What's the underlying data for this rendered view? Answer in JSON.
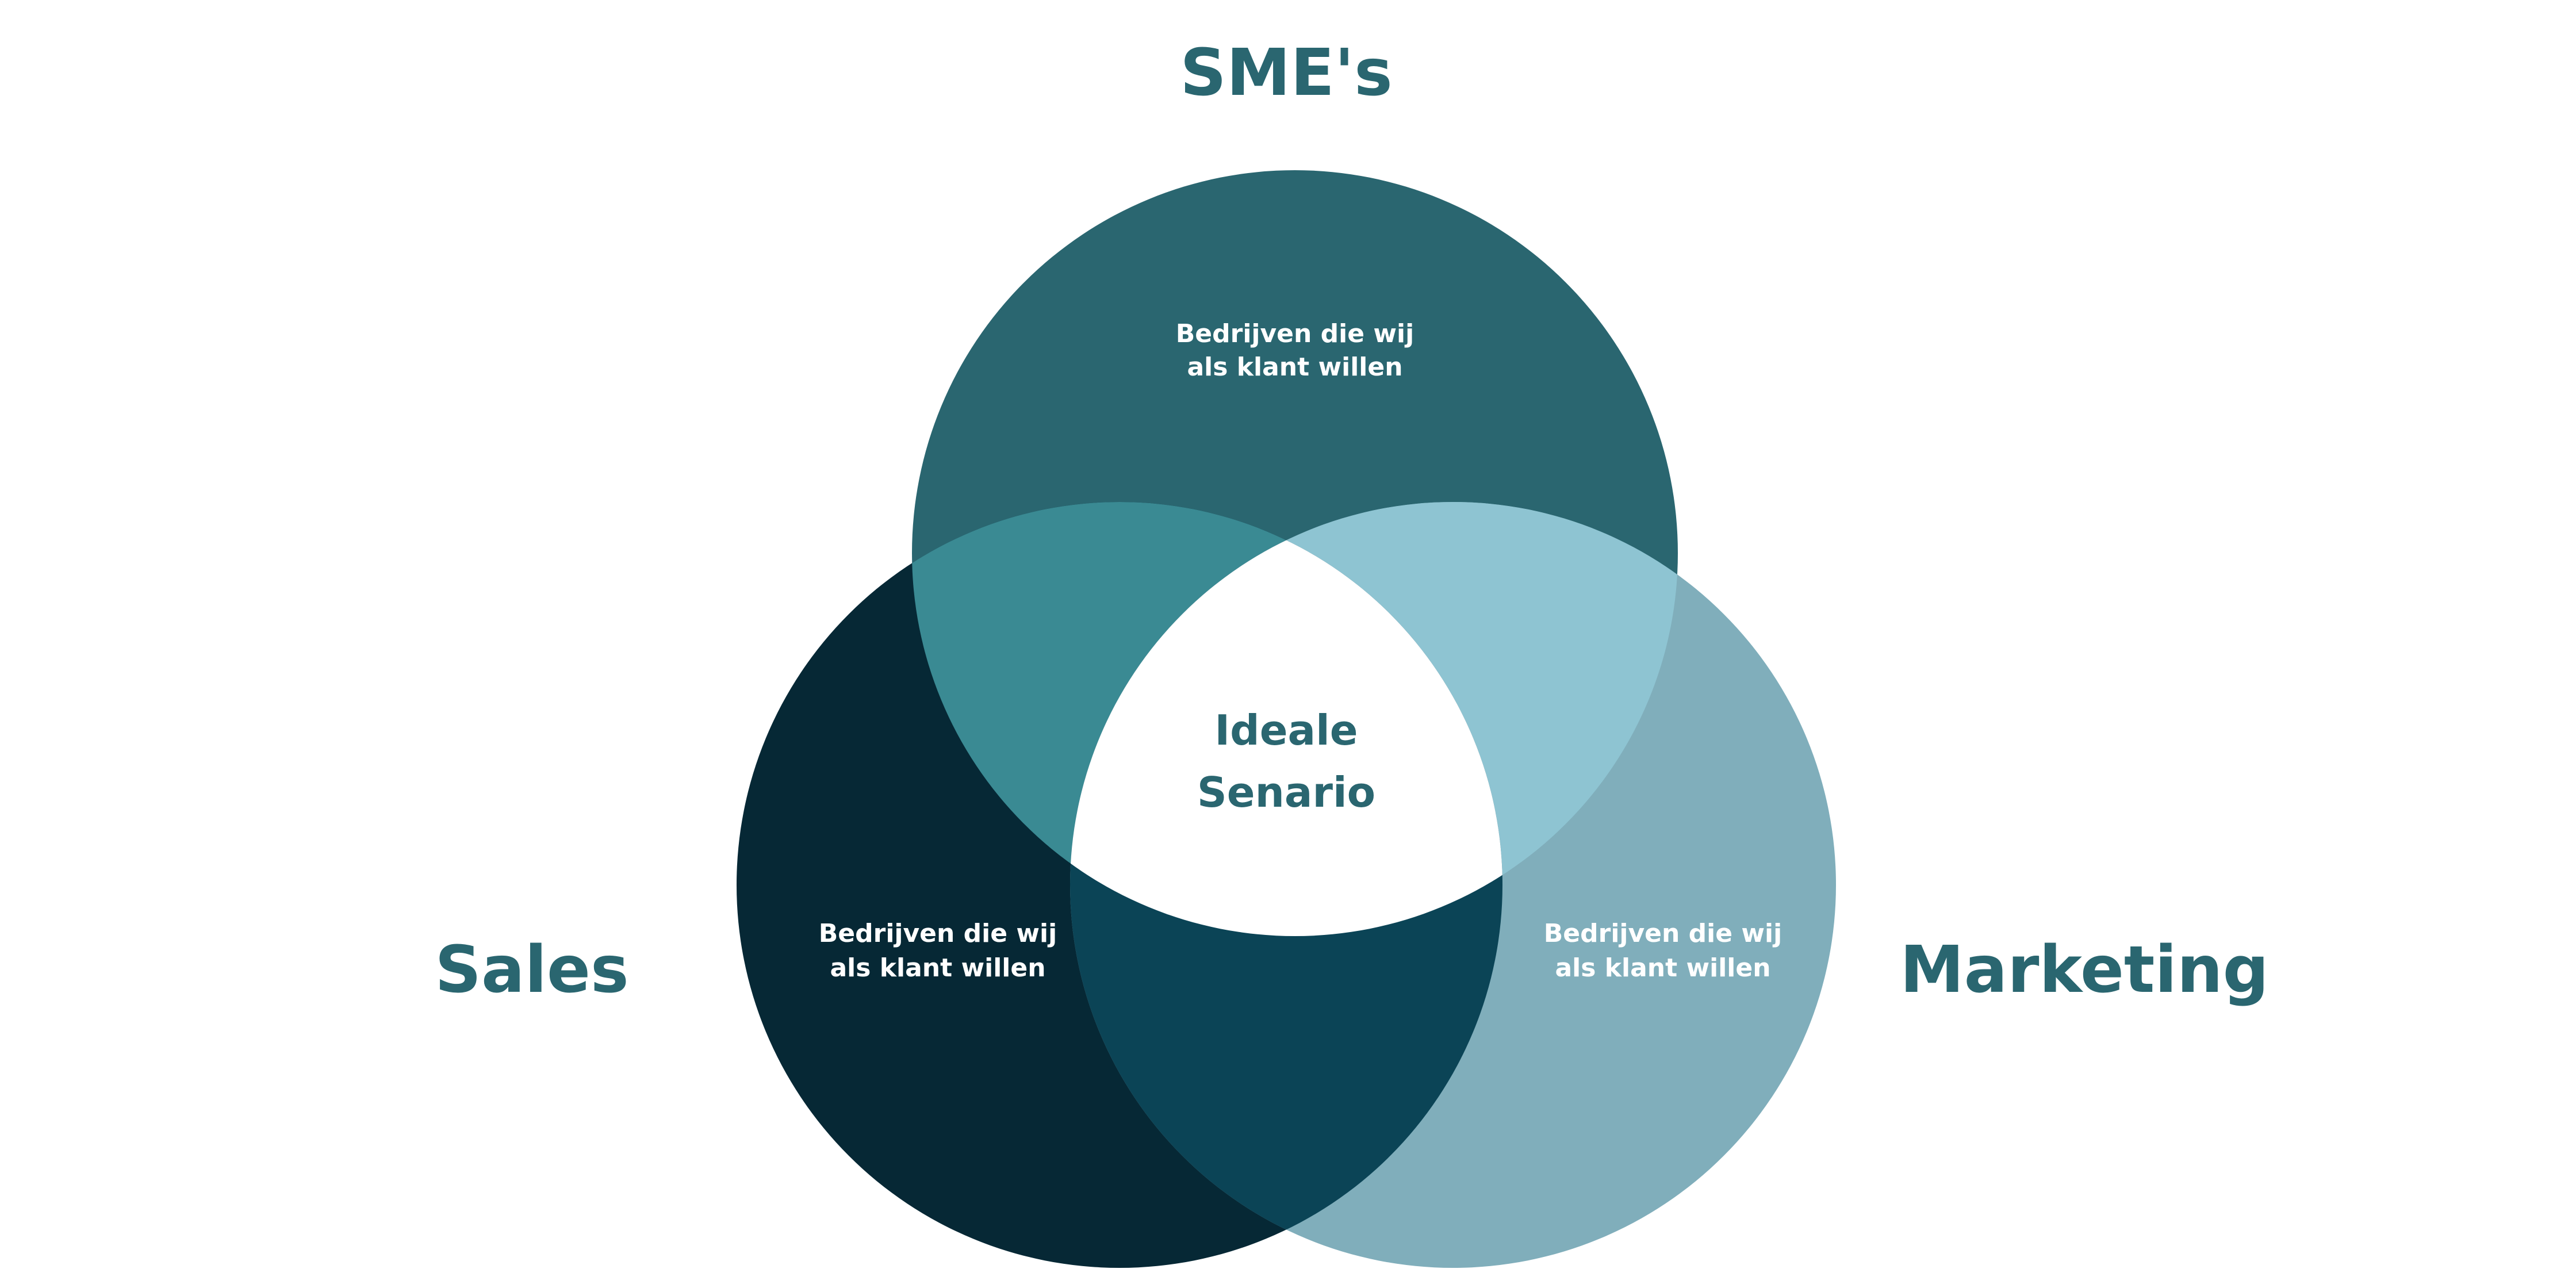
{
  "sets": {
    "top": {
      "title": "SME's",
      "line1": "Bedrijven die wij",
      "line2": "als klant willen",
      "color": "#2a6670"
    },
    "left": {
      "title": "Sales",
      "line1": "Bedrijven die wij",
      "line2": "als klant willen",
      "color": "#062835"
    },
    "right": {
      "title": "Marketing",
      "line1": "Bedrijven die wij",
      "line2": "als klant willen",
      "color": "#80aebb"
    }
  },
  "intersections": {
    "top_left_color": "#3a8a93",
    "top_right_color": "#8ec4d2",
    "left_right_color": "#0b4456",
    "center_color": "#ffffff"
  },
  "center": {
    "line1": "Ideale",
    "line2": "Senario"
  }
}
